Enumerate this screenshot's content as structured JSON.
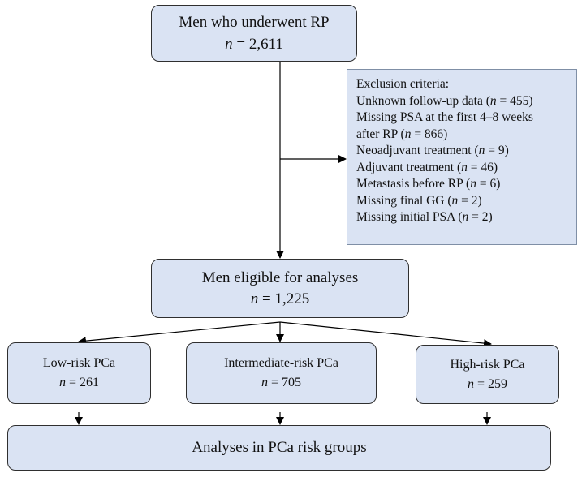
{
  "start": {
    "title": "Men who underwent RP",
    "n_prefix": "n",
    "n_suffix": " = 2,611"
  },
  "exclusion": {
    "heading": "Exclusion criteria:",
    "items": [
      {
        "pre": "Unknown follow-up data (",
        "n": "n",
        "post": " = 455)"
      },
      {
        "pre": "Missing PSA at the first 4–8 weeks",
        "n": "",
        "post": ""
      },
      {
        "pre": "after RP (",
        "n": "n",
        "post": " = 866)"
      },
      {
        "pre": "Neoadjuvant treatment (",
        "n": "n",
        "post": " = 9)"
      },
      {
        "pre": "Adjuvant treatment (",
        "n": "n",
        "post": " = 46)"
      },
      {
        "pre": "Metastasis before RP (",
        "n": "n",
        "post": " = 6)"
      },
      {
        "pre": "Missing final GG (",
        "n": "n",
        "post": " = 2)"
      },
      {
        "pre": "Missing initial PSA (",
        "n": "n",
        "post": " = 2)"
      }
    ]
  },
  "eligible": {
    "title": "Men eligible for analyses",
    "n_prefix": "n",
    "n_suffix": " = 1,225"
  },
  "groups": {
    "low": {
      "title": "Low-risk PCa",
      "n_prefix": "n",
      "n_suffix": " = 261"
    },
    "intermediate": {
      "title": "Intermediate-risk PCa",
      "n_prefix": "n",
      "n_suffix": " = 705"
    },
    "high": {
      "title": "High-risk PCa",
      "n_prefix": "n",
      "n_suffix": " = 259"
    }
  },
  "final": {
    "title": "Analyses in PCa risk groups"
  },
  "colors": {
    "box_fill": "#dae3f3",
    "border": "#2f2f2f",
    "arrow": "#000000"
  }
}
